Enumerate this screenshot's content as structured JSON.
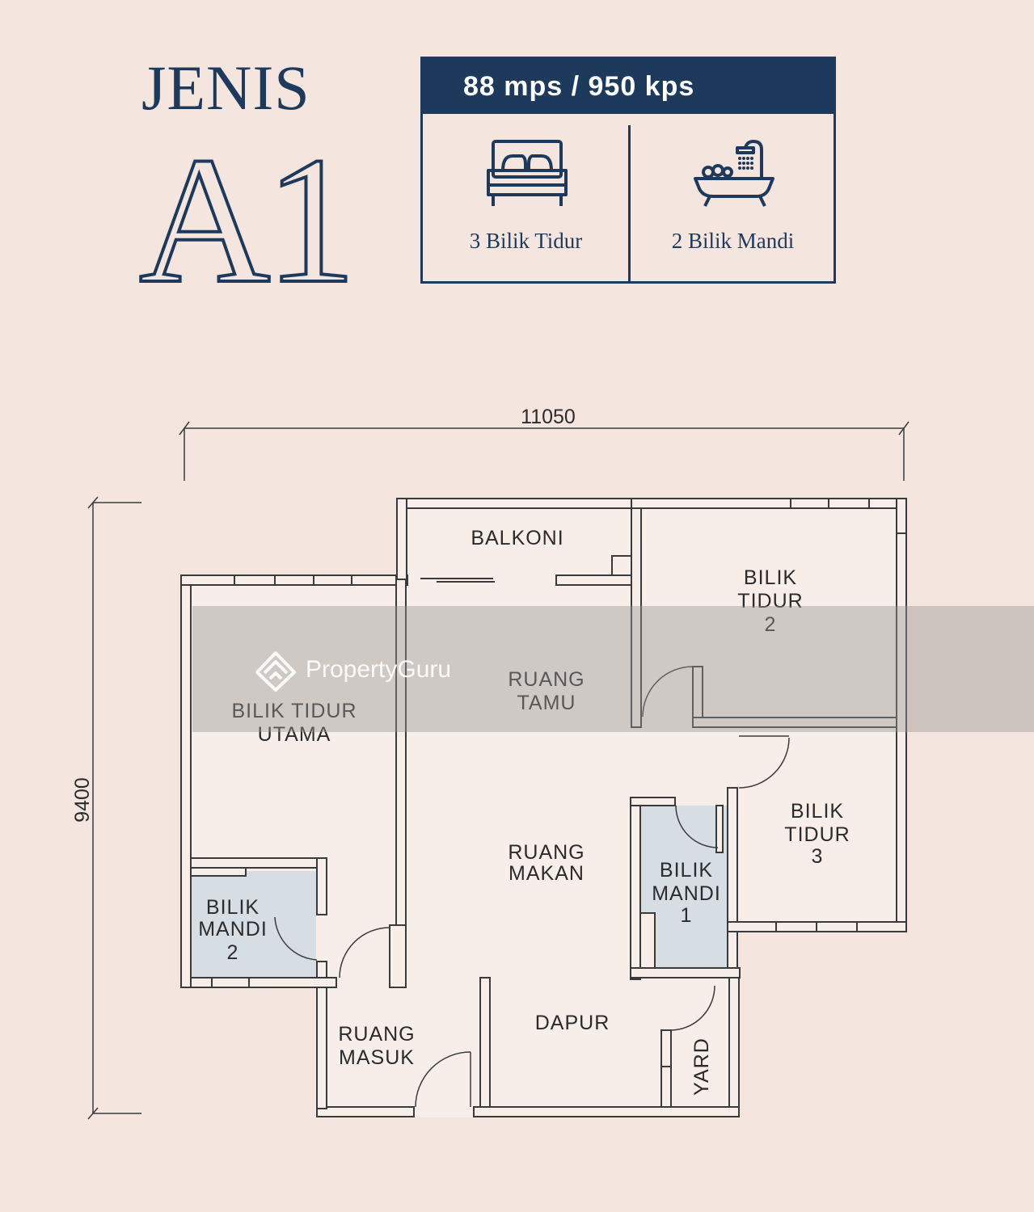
{
  "header": {
    "title_word": "JENIS",
    "title_code": "A1"
  },
  "specs": {
    "size": "88 mps / 950 kps",
    "bedrooms": "3 Bilik Tidur",
    "bathrooms": "2 Bilik Mandi",
    "bed_icon": "bed-icon",
    "bath_icon": "bathtub-icon"
  },
  "plan": {
    "width_dim": "11050",
    "height_dim": "9400",
    "rooms": {
      "balkoni": "BALKONI",
      "bilik_tidur_2": [
        "BILIK",
        "TIDUR",
        "2"
      ],
      "ruang_tamu": [
        "RUANG",
        "TAMU"
      ],
      "bilik_tidur_utama": [
        "BILIK TIDUR",
        "UTAMA"
      ],
      "bilik_tidur_3": [
        "BILIK",
        "TIDUR",
        "3"
      ],
      "ruang_makan": [
        "RUANG",
        "MAKAN"
      ],
      "bilik_mandi_1": [
        "BILIK",
        "MANDI",
        "1"
      ],
      "bilik_mandi_2": [
        "BILIK",
        "MANDI",
        "2"
      ],
      "dapur": "DAPUR",
      "ruang_masuk": [
        "RUANG",
        "MASUK"
      ],
      "yard": "YARD"
    }
  },
  "watermark": {
    "text": "PropertyGuru",
    "icon": "propertyguru-logo-icon"
  },
  "colors": {
    "navy": "#1d3a5c",
    "background": "#f4e6de",
    "floor": "#f8eee9",
    "bathroom": "#d6dde3"
  }
}
